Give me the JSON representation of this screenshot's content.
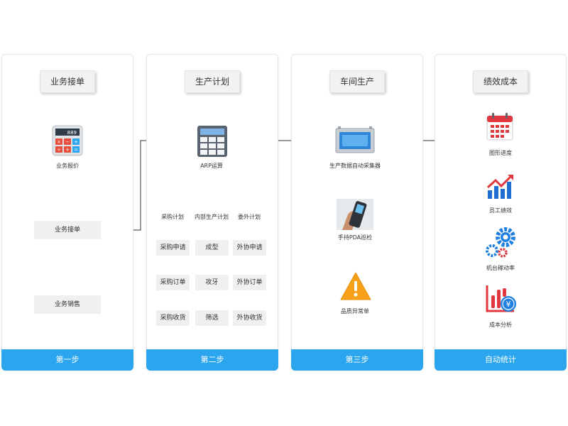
{
  "columns": [
    {
      "title": "业务接单",
      "footer": "第一步"
    },
    {
      "title": "生产计划",
      "footer": "第二步"
    },
    {
      "title": "车间生产",
      "footer": "第三步"
    },
    {
      "title": "绩效成本",
      "footer": "自动统计"
    }
  ],
  "step1": {
    "calc_label": "业务报价",
    "calc_display": "889",
    "order_box": "业务接单",
    "sales_box": "业务销售"
  },
  "step2": {
    "arp_label": "ARP运算",
    "branches": [
      {
        "head": "采购计划",
        "items": [
          "采购申请",
          "采购订单",
          "采购收货"
        ]
      },
      {
        "head": "内部生产计划",
        "items": [
          "成型",
          "攻牙",
          "筛选"
        ]
      },
      {
        "head": "委外计划",
        "items": [
          "外协申请",
          "外协订单",
          "外协收货"
        ]
      }
    ]
  },
  "step3": {
    "collector_label": "生产数据自动采集器",
    "pda_label": "手持PDA巡检",
    "alert_label": "品质异常单"
  },
  "step4": {
    "items": [
      "图形进度",
      "员工绩效",
      "机台稼动率",
      "成本分析"
    ]
  },
  "colors": {
    "accent": "#2aa5ee",
    "box": "#eef0f2",
    "line": "#333333"
  }
}
